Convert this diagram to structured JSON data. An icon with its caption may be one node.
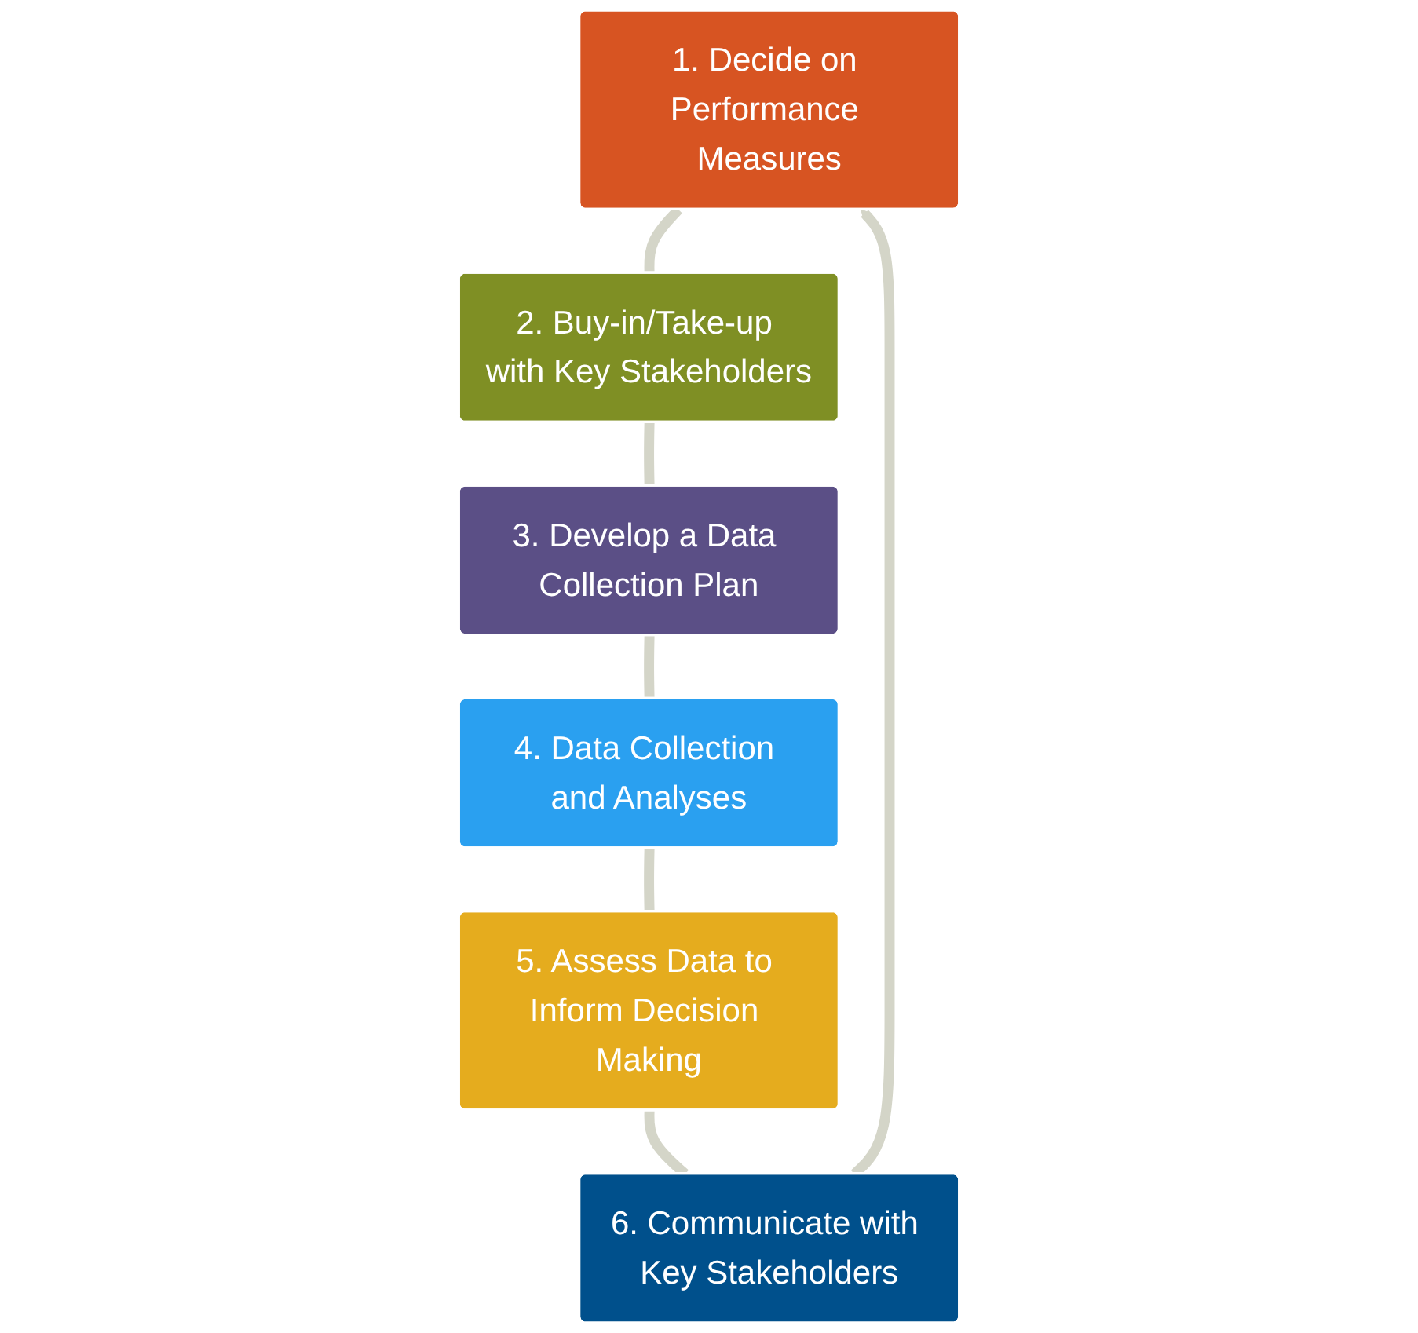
{
  "diagram": {
    "nodes": [
      {
        "text": [
          "1. Decide on Performance Measures"
        ]
      },
      {
        "text": [
          "2. Buy-in/Take-up with Key Stakeholders"
        ]
      },
      {
        "text": [
          "3. Develop a Data Collection Plan"
        ]
      },
      {
        "text": [
          "4. Data Collection and Analyses"
        ]
      },
      {
        "text": [
          "5. Assess Data to Inform Decision Making"
        ]
      },
      {
        "text": [
          "6. Communicate with Key Stakeholders"
        ]
      }
    ],
    "edges": [
      {
        "from": 0,
        "to": 1,
        "arrow": "none"
      },
      {
        "from": 1,
        "to": 2,
        "arrow": "none"
      },
      {
        "from": 2,
        "to": 3,
        "arrow": "none"
      },
      {
        "from": 3,
        "to": 4,
        "arrow": "none"
      },
      {
        "from": 4,
        "to": 5,
        "arrow": "none"
      },
      {
        "from": 5,
        "to": 0,
        "arrow": "to"
      }
    ]
  }
}
